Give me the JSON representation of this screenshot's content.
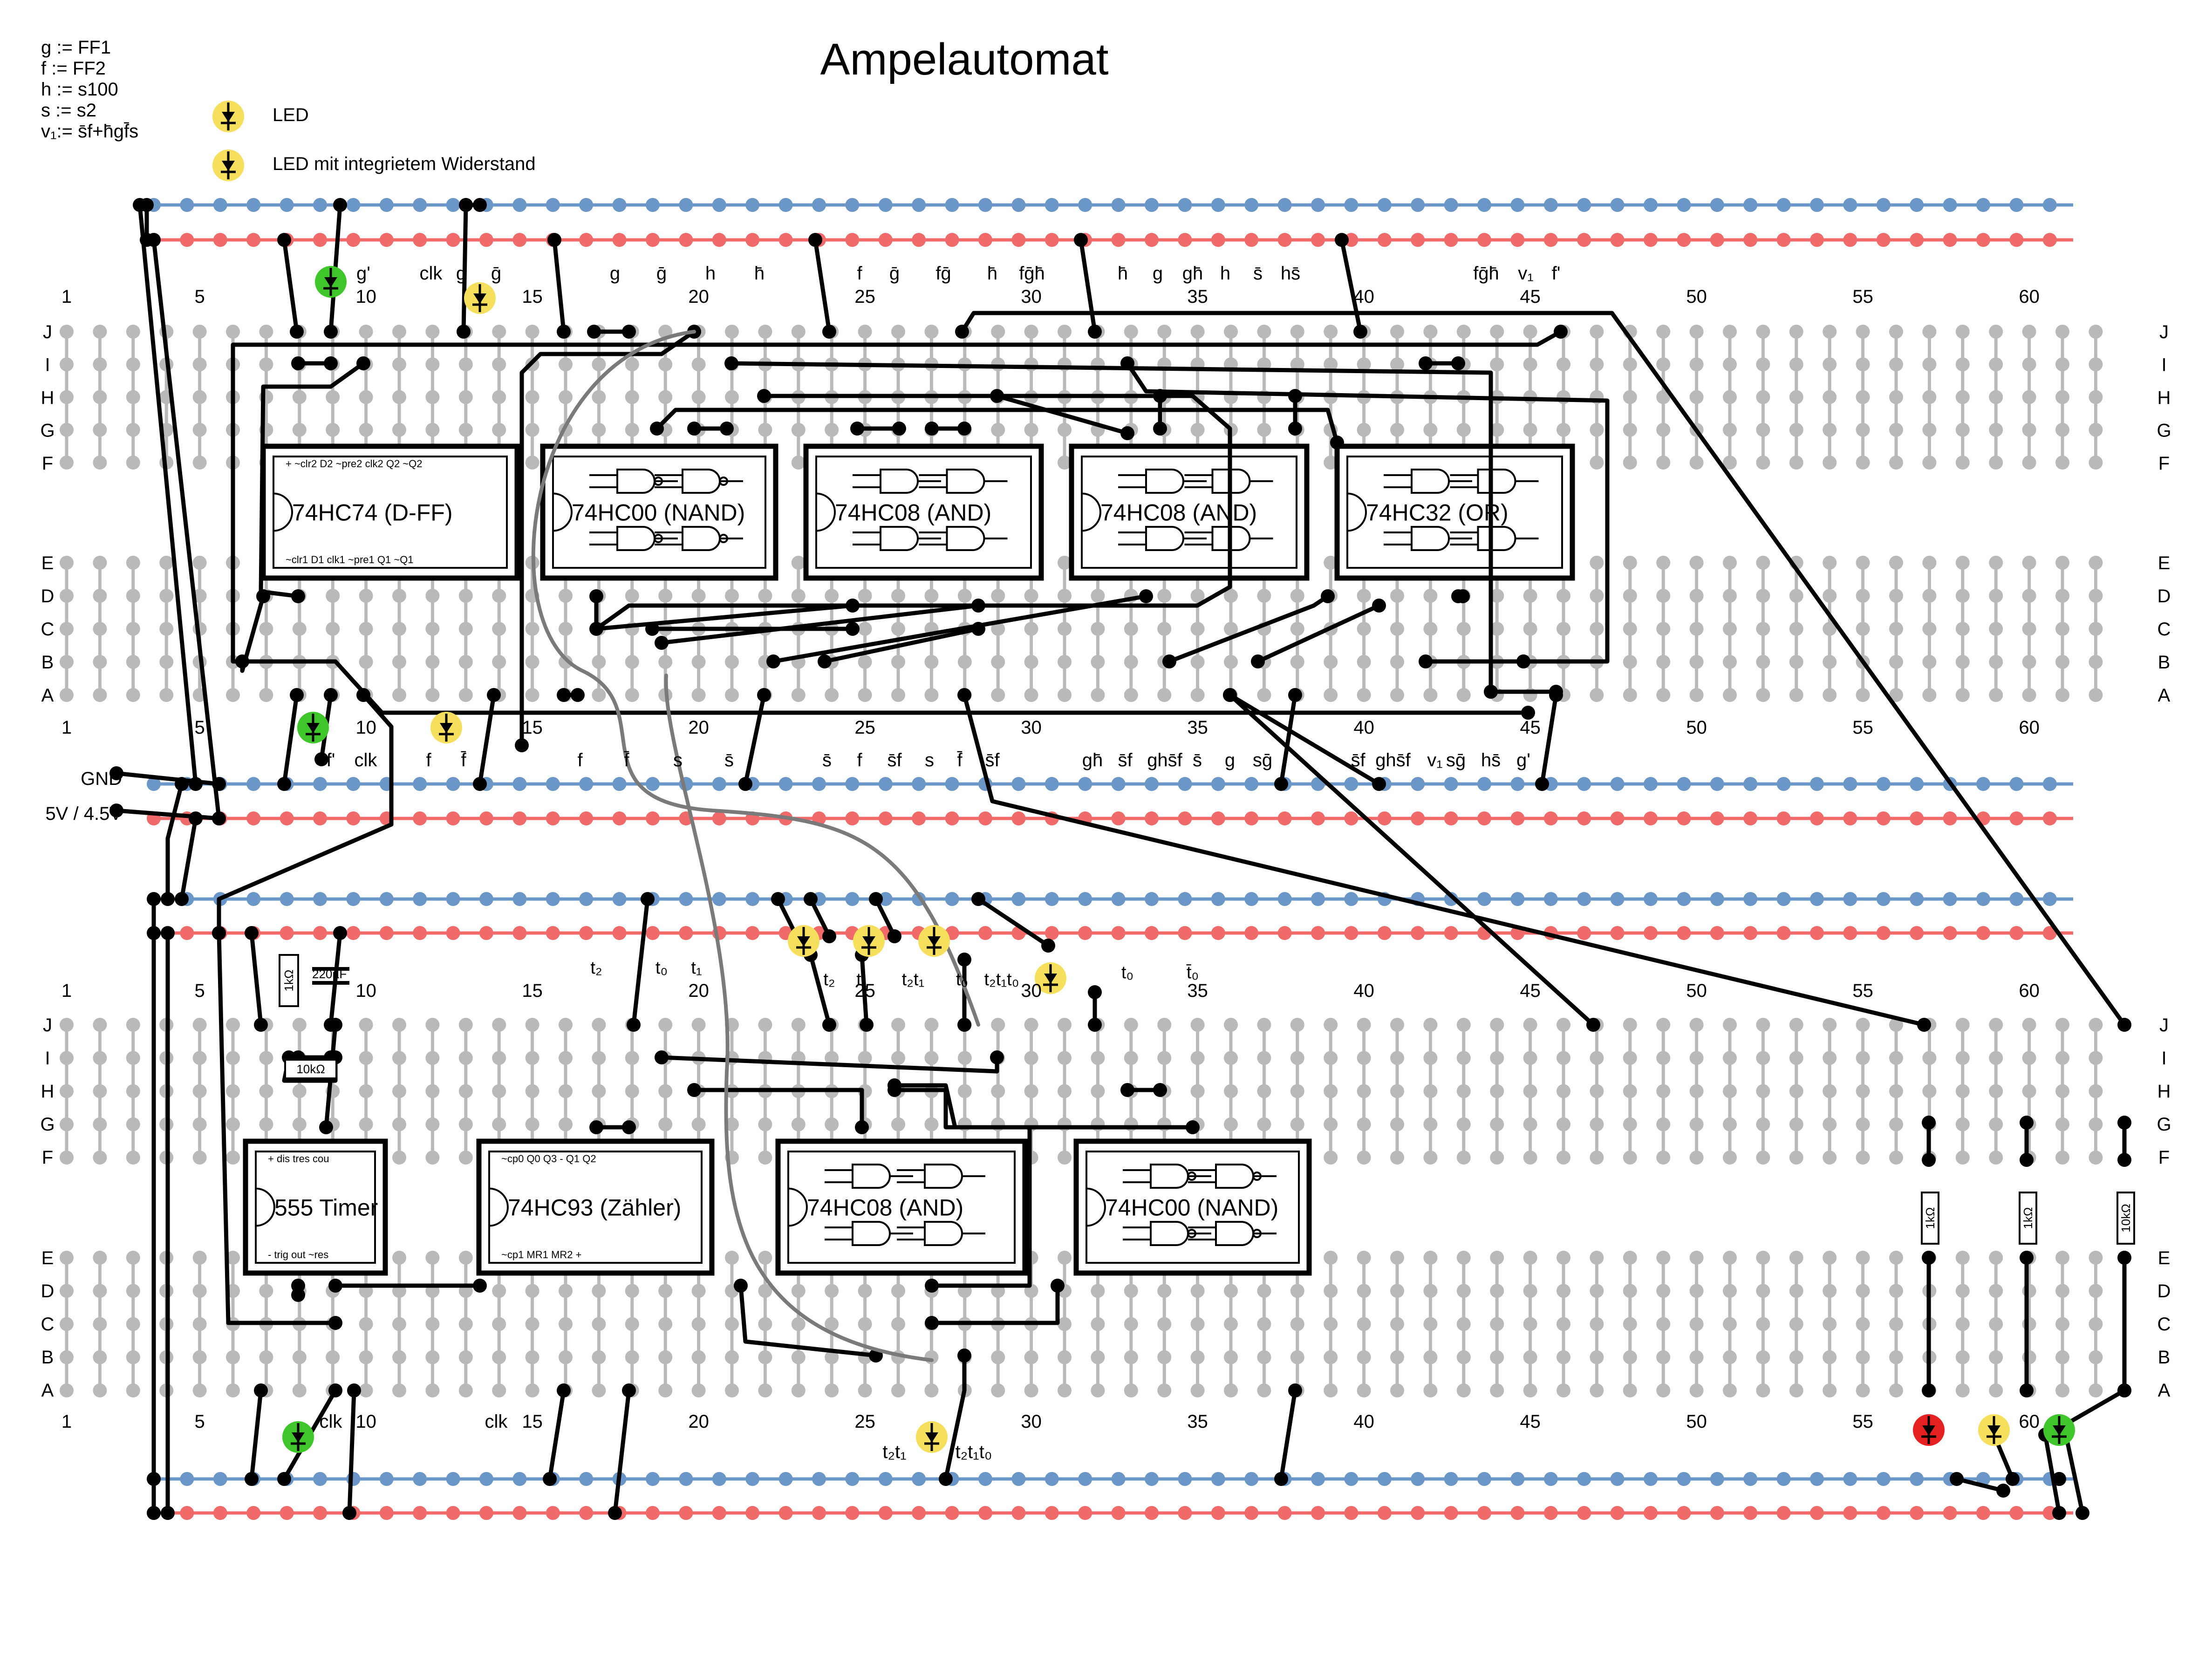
{
  "title": "Ampelautomat",
  "definitions": [
    "g := FF1",
    "f := FF2",
    "h := s100",
    "s := s2",
    "v₁:= s̄f+h̄gf̄s"
  ],
  "legend": {
    "led": "LED",
    "led_resistor": "LED mit integrietem Widerstand"
  },
  "power_labels": {
    "gnd": "GND",
    "vcc": "5V / 4.5V"
  },
  "column_numbers": [
    "1",
    "5",
    "10",
    "15",
    "20",
    "25",
    "30",
    "35",
    "40",
    "45",
    "50",
    "55",
    "60"
  ],
  "rows_top": [
    "J",
    "I",
    "H",
    "G",
    "F"
  ],
  "rows_bottom": [
    "E",
    "D",
    "C",
    "B",
    "A"
  ],
  "chips": {
    "ff": {
      "name": "74HC74 (D-FF)",
      "top_pins": "+  ~clr2  D2  ~pre2 clk2  Q2  ~Q2",
      "bottom_pins": "~clr1  D1  clk1 ~pre1  Q1  ~Q1"
    },
    "nand1": {
      "name": "74HC00 (NAND)"
    },
    "and1": {
      "name": "74HC08 (AND)"
    },
    "and2": {
      "name": "74HC08 (AND)"
    },
    "or1": {
      "name": "74HC32 (OR)"
    },
    "timer": {
      "name": "555 Timer",
      "top_pins": "+   dis  tres  cou",
      "bottom_pins": "-   trig  out  ~res"
    },
    "counter": {
      "name": "74HC93 (Zähler)",
      "top_pins": "~cp0          Q0   Q3    -    Q1   Q2",
      "bottom_pins": "~cp1 MR1 MR2                +"
    },
    "and3": {
      "name": "74HC08 (AND)"
    },
    "nand2": {
      "name": "74HC00 (NAND)"
    }
  },
  "board1_top_signals": [
    "g'",
    "clk",
    "g",
    "ḡ",
    "g",
    "ḡ",
    "h",
    "h̄",
    "f",
    "ḡ",
    "fḡ",
    "h̄",
    "fḡh̄",
    "h̄",
    "g",
    "gh̄",
    "h",
    "s̄",
    "hs̄",
    "fḡh̄",
    "v₁",
    "f'"
  ],
  "board1_bottom_signals": [
    "f'",
    "clk",
    "f",
    "f̄",
    "f",
    "f̄",
    "s",
    "s̄",
    "s̄",
    "f",
    "s̄f",
    "s",
    "f̄",
    "s̄f",
    "gh̄",
    "s̄f",
    "ghs̄f",
    "s̄",
    "g",
    "sḡ",
    "s̄f",
    "ghs̄f",
    "v₁",
    "sḡ",
    "hs̄",
    "g'"
  ],
  "board2_top_signals": [
    "t₂",
    "t₀",
    "t₁",
    "t₂",
    "t₁",
    "t₂t₁",
    "t₀",
    "t₂t₁t₀",
    "t₀",
    "t̄₀"
  ],
  "board2_bottom_signals": [
    "clk",
    "clk",
    "t₂t₁",
    "t₂t₁t₀"
  ],
  "components": {
    "r1": "1kΩ",
    "cap": "220µF",
    "r2": "10kΩ",
    "r3": "1kΩ",
    "r4": "1kΩ",
    "r5": "10kΩ"
  },
  "colors": {
    "led_green": "#3fc62b",
    "led_yellow": "#f6df5d",
    "led_red": "#e52121",
    "rail_blue": "#6a97c8",
    "rail_red": "#f06a6a",
    "hole": "#b9b9b9"
  }
}
